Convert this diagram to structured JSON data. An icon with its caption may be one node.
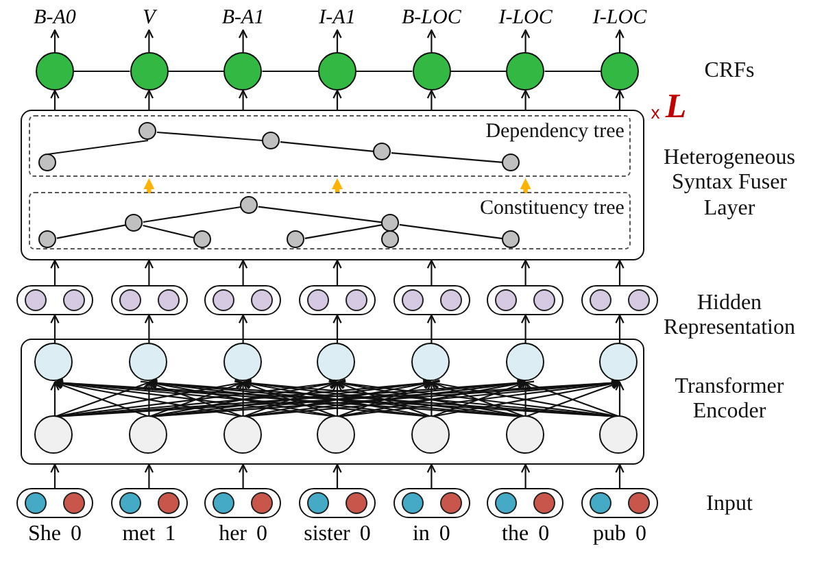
{
  "diagram": {
    "nodes": [
      {
        "text": [
          "B-A0"
        ]
      },
      {
        "text": [
          "V"
        ]
      },
      {
        "text": [
          "B-A1"
        ]
      },
      {
        "text": [
          "I-A1"
        ]
      },
      {
        "text": [
          "B-LOC"
        ]
      },
      {
        "text": [
          "I-LOC"
        ]
      },
      {
        "text": [
          "I-LOC"
        ]
      },
      {
        "text": [],
        "shape": "circle"
      },
      {
        "text": [],
        "shape": "circle"
      },
      {
        "text": [],
        "shape": "circle"
      },
      {
        "text": [],
        "shape": "circle"
      },
      {
        "text": [],
        "shape": "circle"
      },
      {
        "text": [],
        "shape": "circle"
      },
      {
        "text": [],
        "shape": "circle"
      },
      {
        "text": [],
        "shape": "box"
      },
      {
        "text": [
          "Dependency tree"
        ],
        "in": 14
      },
      {
        "text": [],
        "shape": "circle",
        "in": 15
      },
      {
        "text": [],
        "shape": "circle",
        "in": 15
      },
      {
        "text": [],
        "shape": "circle",
        "in": 15
      },
      {
        "text": [],
        "shape": "circle",
        "in": 15
      },
      {
        "text": [],
        "shape": "circle",
        "in": 15
      },
      {
        "text": [
          "Constituency tree"
        ],
        "in": 14
      },
      {
        "text": [],
        "shape": "circle",
        "in": 21
      },
      {
        "text": [],
        "shape": "circle",
        "in": 21
      },
      {
        "text": [],
        "shape": "circle",
        "in": 21
      },
      {
        "text": [],
        "shape": "circle",
        "in": 21
      },
      {
        "text": [],
        "shape": "circle",
        "in": 21
      },
      {
        "text": [],
        "shape": "circle",
        "in": 21
      },
      {
        "text": [],
        "shape": "circle",
        "in": 21
      },
      {
        "text": [],
        "shape": "circle",
        "in": 21
      },
      {
        "text": [],
        "shape": "box"
      },
      {
        "text": [],
        "shape": "box"
      },
      {
        "text": [],
        "shape": "box"
      },
      {
        "text": [],
        "shape": "box"
      },
      {
        "text": [],
        "shape": "box"
      },
      {
        "text": [],
        "shape": "box"
      },
      {
        "text": [],
        "shape": "box"
      },
      {
        "text": [],
        "shape": "box"
      },
      {
        "text": [],
        "shape": "circle",
        "in": 37
      },
      {
        "text": [],
        "shape": "circle",
        "in": 37
      },
      {
        "text": [],
        "shape": "circle",
        "in": 37
      },
      {
        "text": [],
        "shape": "circle",
        "in": 37
      },
      {
        "text": [],
        "shape": "circle",
        "in": 37
      },
      {
        "text": [],
        "shape": "circle",
        "in": 37
      },
      {
        "text": [],
        "shape": "circle",
        "in": 37
      },
      {
        "text": [],
        "shape": "circle",
        "in": 37
      },
      {
        "text": [],
        "shape": "circle",
        "in": 37
      },
      {
        "text": [],
        "shape": "circle",
        "in": 37
      },
      {
        "text": [],
        "shape": "circle",
        "in": 37
      },
      {
        "text": [],
        "shape": "circle",
        "in": 37
      },
      {
        "text": [],
        "shape": "circle",
        "in": 37
      },
      {
        "text": [],
        "shape": "circle",
        "in": 37
      },
      {
        "text": [],
        "shape": "box",
        "beside": [
          "She",
          "0"
        ]
      },
      {
        "text": [],
        "shape": "box",
        "beside": [
          "met",
          "1"
        ]
      },
      {
        "text": [],
        "shape": "box",
        "beside": [
          "her",
          "0"
        ]
      },
      {
        "text": [],
        "shape": "box",
        "beside": [
          "sister",
          "0"
        ]
      },
      {
        "text": [],
        "shape": "box",
        "beside": [
          "in",
          "0"
        ]
      },
      {
        "text": [],
        "shape": "box",
        "beside": [
          "the",
          "0"
        ]
      },
      {
        "text": [],
        "shape": "box",
        "beside": [
          "pub",
          "0"
        ]
      }
    ],
    "edges": [
      {
        "from": 7,
        "to": 0,
        "arrow": "to"
      },
      {
        "from": 8,
        "to": 1,
        "arrow": "to"
      },
      {
        "from": 9,
        "to": 2,
        "arrow": "to"
      },
      {
        "from": 10,
        "to": 3,
        "arrow": "to"
      },
      {
        "from": 11,
        "to": 4,
        "arrow": "to"
      },
      {
        "from": 12,
        "to": 5,
        "arrow": "to"
      },
      {
        "from": 13,
        "to": 6,
        "arrow": "to"
      },
      {
        "from": 7,
        "to": 8,
        "arrow": "none"
      },
      {
        "from": 8,
        "to": 9,
        "arrow": "none"
      },
      {
        "from": 9,
        "to": 10,
        "arrow": "none"
      },
      {
        "from": 10,
        "to": 11,
        "arrow": "none"
      },
      {
        "from": 11,
        "to": 12,
        "arrow": "none"
      },
      {
        "from": 12,
        "to": 13,
        "arrow": "none"
      },
      {
        "from": 14,
        "to": 7,
        "arrow": "to"
      },
      {
        "from": 14,
        "to": 8,
        "arrow": "to"
      },
      {
        "from": 14,
        "to": 9,
        "arrow": "to"
      },
      {
        "from": 14,
        "to": 10,
        "arrow": "to"
      },
      {
        "from": 14,
        "to": 11,
        "arrow": "to"
      },
      {
        "from": 14,
        "to": 12,
        "arrow": "to"
      },
      {
        "from": 14,
        "to": 13,
        "arrow": "to"
      },
      {
        "from": 17,
        "to": 16,
        "arrow": "none"
      },
      {
        "from": 17,
        "to": 18,
        "arrow": "none"
      },
      {
        "from": 18,
        "to": 19,
        "arrow": "none"
      },
      {
        "from": 19,
        "to": 20,
        "arrow": "none"
      },
      {
        "from": 22,
        "to": 23,
        "arrow": "none"
      },
      {
        "from": 23,
        "to": 24,
        "arrow": "none"
      },
      {
        "from": 23,
        "to": 25,
        "arrow": "none"
      },
      {
        "from": 25,
        "to": 27,
        "arrow": "none"
      },
      {
        "from": 26,
        "to": 27,
        "arrow": "none"
      },
      {
        "from": 27,
        "to": 29,
        "arrow": "none"
      },
      {
        "from": 21,
        "to": 15,
        "arrow": "to",
        "style": "thick",
        "color": "#ffb300"
      },
      {
        "from": 21,
        "to": 15,
        "arrow": "to",
        "style": "thick",
        "color": "#ffb300"
      },
      {
        "from": 21,
        "to": 15,
        "arrow": "to",
        "style": "thick",
        "color": "#ffb300"
      },
      {
        "from": 30,
        "to": 14,
        "arrow": "to"
      },
      {
        "from": 31,
        "to": 14,
        "arrow": "to"
      },
      {
        "from": 32,
        "to": 14,
        "arrow": "to"
      },
      {
        "from": 33,
        "to": 14,
        "arrow": "to"
      },
      {
        "from": 34,
        "to": 14,
        "arrow": "to"
      },
      {
        "from": 35,
        "to": 14,
        "arrow": "to"
      },
      {
        "from": 36,
        "to": 14,
        "arrow": "to"
      },
      {
        "from": 38,
        "to": 30,
        "arrow": "to"
      },
      {
        "from": 39,
        "to": 31,
        "arrow": "to"
      },
      {
        "from": 40,
        "to": 32,
        "arrow": "to"
      },
      {
        "from": 41,
        "to": 33,
        "arrow": "to"
      },
      {
        "from": 42,
        "to": 34,
        "arrow": "to"
      },
      {
        "from": 43,
        "to": 35,
        "arrow": "to"
      },
      {
        "from": 44,
        "to": 36,
        "arrow": "to"
      },
      {
        "from": 45,
        "to": 38,
        "arrow": "to"
      },
      {
        "from": 45,
        "to": 39,
        "arrow": "to"
      },
      {
        "from": 45,
        "to": 40,
        "arrow": "to"
      },
      {
        "from": 45,
        "to": 41,
        "arrow": "to"
      },
      {
        "from": 45,
        "to": 42,
        "arrow": "to"
      },
      {
        "from": 45,
        "to": 43,
        "arrow": "to"
      },
      {
        "from": 45,
        "to": 44,
        "arrow": "to"
      },
      {
        "from": 46,
        "to": 38,
        "arrow": "to"
      },
      {
        "from": 46,
        "to": 39,
        "arrow": "to"
      },
      {
        "from": 46,
        "to": 40,
        "arrow": "to"
      },
      {
        "from": 46,
        "to": 41,
        "arrow": "to"
      },
      {
        "from": 46,
        "to": 42,
        "arrow": "to"
      },
      {
        "from": 46,
        "to": 43,
        "arrow": "to"
      },
      {
        "from": 46,
        "to": 44,
        "arrow": "to"
      },
      {
        "from": 47,
        "to": 38,
        "arrow": "to"
      },
      {
        "from": 47,
        "to": 39,
        "arrow": "to"
      },
      {
        "from": 47,
        "to": 40,
        "arrow": "to"
      },
      {
        "from": 47,
        "to": 41,
        "arrow": "to"
      },
      {
        "from": 47,
        "to": 42,
        "arrow": "to"
      },
      {
        "from": 47,
        "to": 43,
        "arrow": "to"
      },
      {
        "from": 47,
        "to": 44,
        "arrow": "to"
      },
      {
        "from": 48,
        "to": 38,
        "arrow": "to"
      },
      {
        "from": 48,
        "to": 39,
        "arrow": "to"
      },
      {
        "from": 48,
        "to": 40,
        "arrow": "to"
      },
      {
        "from": 48,
        "to": 41,
        "arrow": "to"
      },
      {
        "from": 48,
        "to": 42,
        "arrow": "to"
      },
      {
        "from": 48,
        "to": 43,
        "arrow": "to"
      },
      {
        "from": 48,
        "to": 44,
        "arrow": "to"
      },
      {
        "from": 49,
        "to": 38,
        "arrow": "to"
      },
      {
        "from": 49,
        "to": 39,
        "arrow": "to"
      },
      {
        "from": 49,
        "to": 40,
        "arrow": "to"
      },
      {
        "from": 49,
        "to": 41,
        "arrow": "to"
      },
      {
        "from": 49,
        "to": 42,
        "arrow": "to"
      },
      {
        "from": 49,
        "to": 43,
        "arrow": "to"
      },
      {
        "from": 49,
        "to": 44,
        "arrow": "to"
      },
      {
        "from": 50,
        "to": 38,
        "arrow": "to"
      },
      {
        "from": 50,
        "to": 39,
        "arrow": "to"
      },
      {
        "from": 50,
        "to": 40,
        "arrow": "to"
      },
      {
        "from": 50,
        "to": 41,
        "arrow": "to"
      },
      {
        "from": 50,
        "to": 42,
        "arrow": "to"
      },
      {
        "from": 50,
        "to": 43,
        "arrow": "to"
      },
      {
        "from": 50,
        "to": 44,
        "arrow": "to"
      },
      {
        "from": 51,
        "to": 38,
        "arrow": "to"
      },
      {
        "from": 51,
        "to": 39,
        "arrow": "to"
      },
      {
        "from": 51,
        "to": 40,
        "arrow": "to"
      },
      {
        "from": 51,
        "to": 41,
        "arrow": "to"
      },
      {
        "from": 51,
        "to": 42,
        "arrow": "to"
      },
      {
        "from": 51,
        "to": 43,
        "arrow": "to"
      },
      {
        "from": 51,
        "to": 44,
        "arrow": "to"
      },
      {
        "from": 52,
        "to": 37,
        "arrow": "to"
      },
      {
        "from": 53,
        "to": 37,
        "arrow": "to"
      },
      {
        "from": 54,
        "to": 37,
        "arrow": "to"
      },
      {
        "from": 55,
        "to": 37,
        "arrow": "to"
      },
      {
        "from": 56,
        "to": 37,
        "arrow": "to"
      },
      {
        "from": 57,
        "to": 37,
        "arrow": "to"
      },
      {
        "from": 58,
        "to": 37,
        "arrow": "to"
      }
    ],
    "labels": [
      "CRFs",
      "x",
      "L",
      "Heterogeneous Syntax Fuser Layer",
      "Hidden Representation",
      "Transformer Encoder",
      "Input"
    ]
  }
}
